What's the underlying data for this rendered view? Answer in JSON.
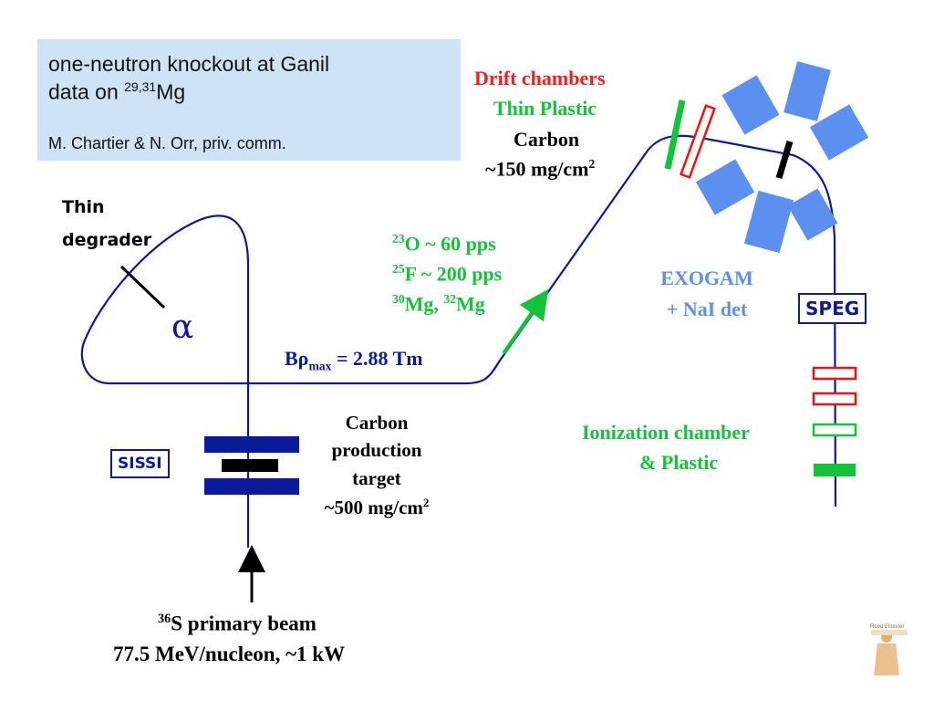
{
  "title_box": {
    "line1": "one-neutron knockout at Ganil",
    "line2_pre": "data on ",
    "line2_sup": "29,31",
    "line2_post": "Mg",
    "credit": "M. Chartier & N. Orr, priv. comm."
  },
  "labels": {
    "drift_chambers": "Drift chambers",
    "thin_plastic": "Thin Plastic",
    "carbon_top": "Carbon",
    "carbon_top_thickness_pre": "~150 mg/cm",
    "carbon_top_thickness_sup": "2",
    "thin_degrader_1": "Thin",
    "thin_degrader_2": "degrader",
    "alpha": "α",
    "beam_23o_sup": "23",
    "beam_23o_text": "O ~ 60 pps",
    "beam_25f_sup": "25",
    "beam_25f_text": "F ~ 200 pps",
    "beam_30mg_sup": "30",
    "beam_30mg_text": "Mg, ",
    "beam_32mg_sup": "32",
    "beam_32mg_text": "Mg",
    "exogam_1": "EXOGAM",
    "exogam_2": "+ NaI det",
    "speg": "SPEG",
    "brho_pre": "Bρ",
    "brho_sub": "max",
    "brho_post": " = 2.88 Tm",
    "ion_1": "Ionization chamber",
    "ion_2": "& Plastic",
    "sissi": "SISSI",
    "target_1": "Carbon",
    "target_2": "production",
    "target_3": "target",
    "target_4_pre": "~500 mg/cm",
    "target_4_sup": "2",
    "primary_sup": "36",
    "primary_1": "S primary beam",
    "primary_2": "77.5 MeV/nucleon, ~1 kW",
    "logo_text": "Reed Elsevier"
  },
  "colors": {
    "beamline": "#0a1a9a",
    "detector_blue": "#5b8ff0",
    "drift_red": "#ee1111",
    "plastic_green": "#15c33a",
    "box_bg": "#cfe3f7"
  }
}
